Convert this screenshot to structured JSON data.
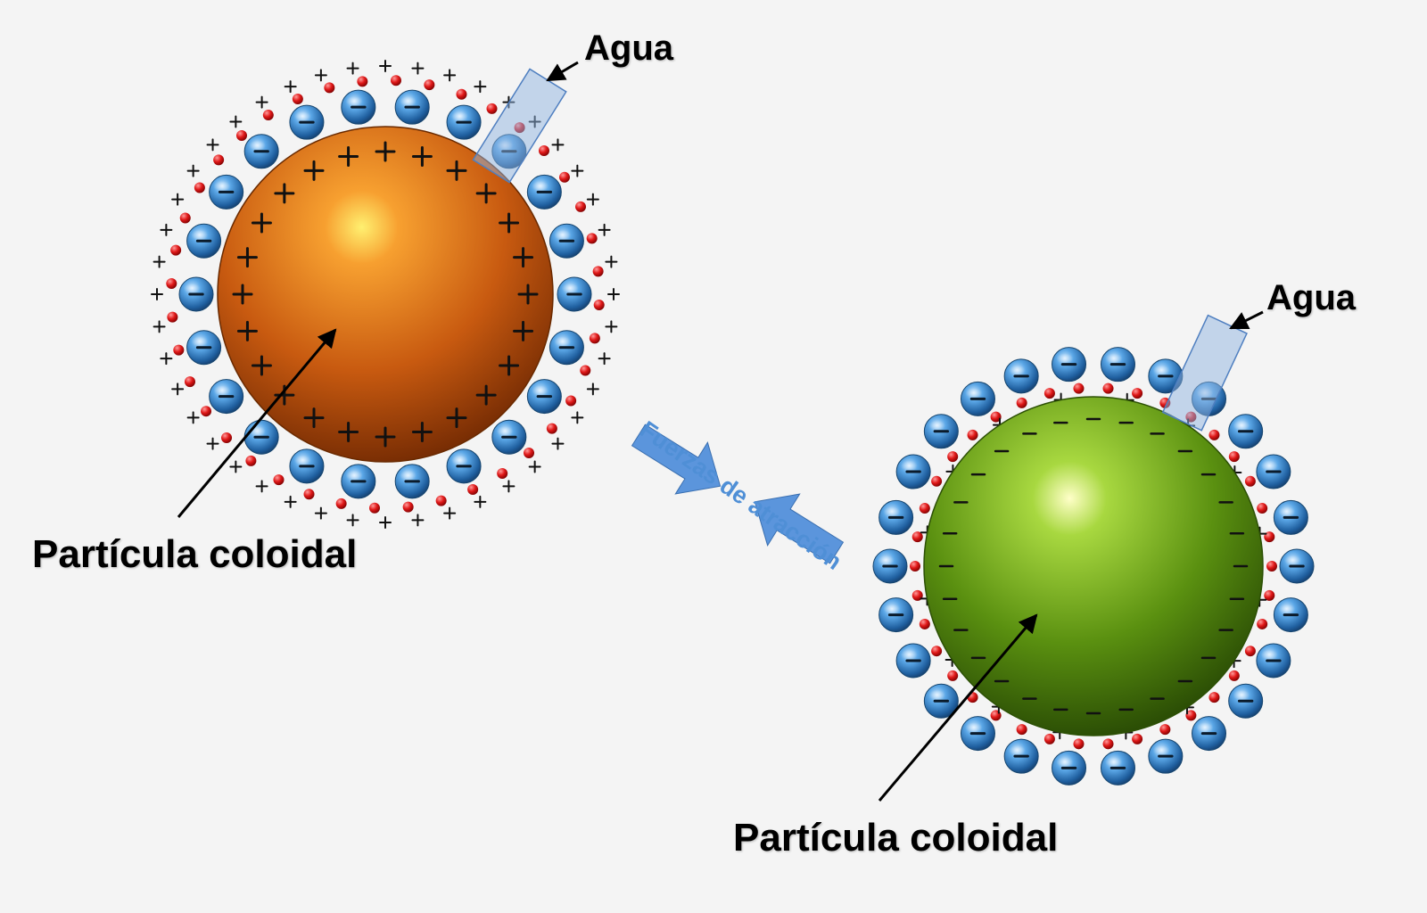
{
  "particles": [
    {
      "id": "left",
      "surface_charge": "+",
      "color": "#c85a10",
      "highlight": "#fff070",
      "water_label": "Agua",
      "particle_label": "Partícula coloidal"
    },
    {
      "id": "right",
      "surface_charge": "-",
      "color": "#5a9010",
      "highlight": "#ffffc8",
      "water_label": "Agua",
      "particle_label": "Partícula coloidal"
    }
  ],
  "interaction": {
    "label": "Fuerzas de atracción",
    "color": "#4f8fd6"
  },
  "ions": {
    "negative_color": "#2f7fcf",
    "positive_color": "#e02020"
  },
  "icons": [
    "plus-sign-icon",
    "minus-sign-icon",
    "water-molecule-icon",
    "arrow-icon"
  ]
}
